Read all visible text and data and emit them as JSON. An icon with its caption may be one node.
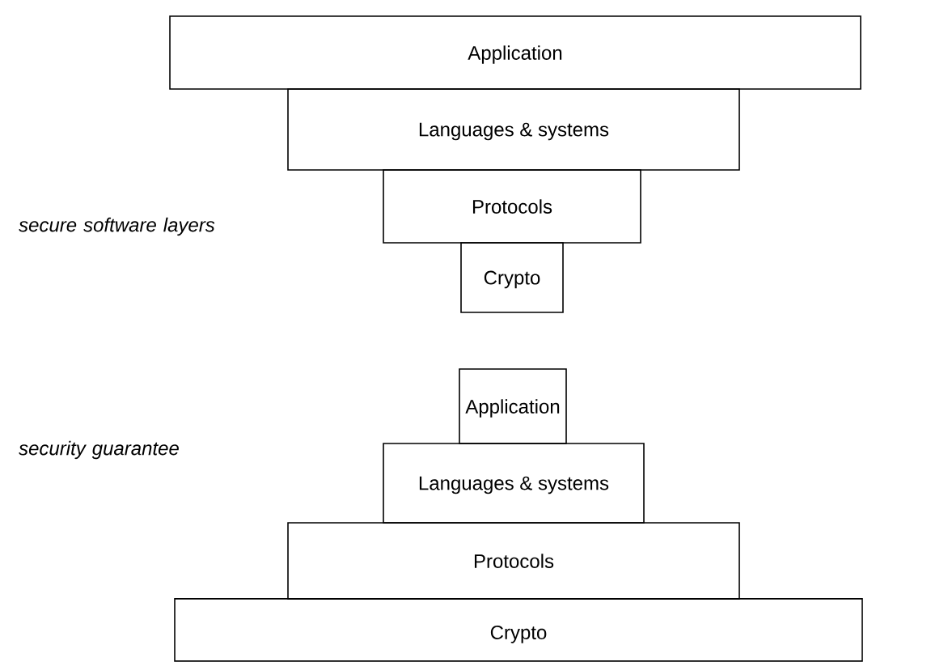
{
  "diagram": {
    "nodes": [
      {
        "text": [
          "Application"
        ]
      },
      {
        "text": [
          "Languages & systems"
        ]
      },
      {
        "text": [
          "Protocols"
        ]
      },
      {
        "text": [
          "Crypto"
        ]
      },
      {
        "text": [
          "Application"
        ]
      },
      {
        "text": [
          "Languages & systems"
        ]
      },
      {
        "text": [
          "Protocols"
        ]
      },
      {
        "text": [
          "Crypto"
        ]
      }
    ],
    "labels": [
      "secure software layers",
      "security guarantee"
    ]
  }
}
